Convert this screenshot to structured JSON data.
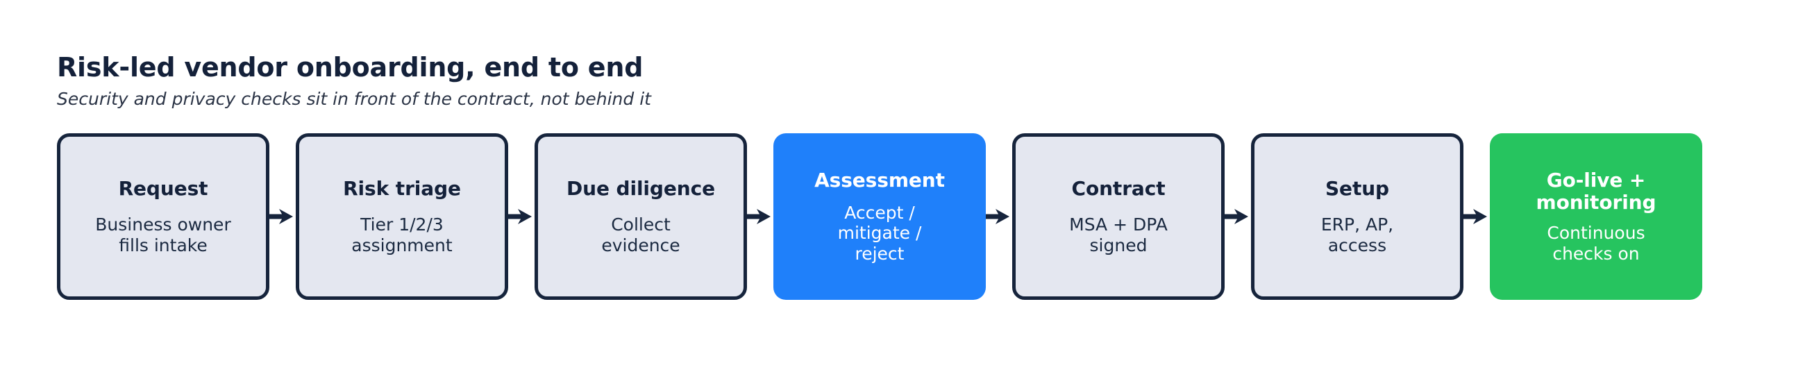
{
  "header": {
    "title": "Risk-led vendor onboarding, end to end",
    "subtitle": "Security and privacy checks sit in front of the contract, not behind it"
  },
  "colors": {
    "background": "#ffffff",
    "ink": "#14213A",
    "node_fill": "#E4E7F0",
    "node_border": "#16243C",
    "accent": "#1F80FA",
    "success": "#26C45F",
    "on_accent_text": "#FFFFFF",
    "arrow": "#16243C"
  },
  "flow": {
    "arrow_icon": "arrow-right-icon",
    "stages": [
      {
        "id": "request",
        "title": "Request",
        "desc": "Business owner\nfills intake",
        "style": "neutral"
      },
      {
        "id": "risk-triage",
        "title": "Risk triage",
        "desc": "Tier 1/2/3\nassignment",
        "style": "neutral"
      },
      {
        "id": "due-diligence",
        "title": "Due diligence",
        "desc": "Collect\nevidence",
        "style": "neutral"
      },
      {
        "id": "assessment",
        "title": "Assessment",
        "desc": "Accept /\nmitigate /\nreject",
        "style": "accent"
      },
      {
        "id": "contract",
        "title": "Contract",
        "desc": "MSA + DPA\nsigned",
        "style": "neutral"
      },
      {
        "id": "setup",
        "title": "Setup",
        "desc": "ERP, AP,\naccess",
        "style": "neutral"
      },
      {
        "id": "go-live",
        "title": "Go-live +\nmonitoring",
        "desc": "Continuous\nchecks on",
        "style": "success"
      }
    ]
  }
}
